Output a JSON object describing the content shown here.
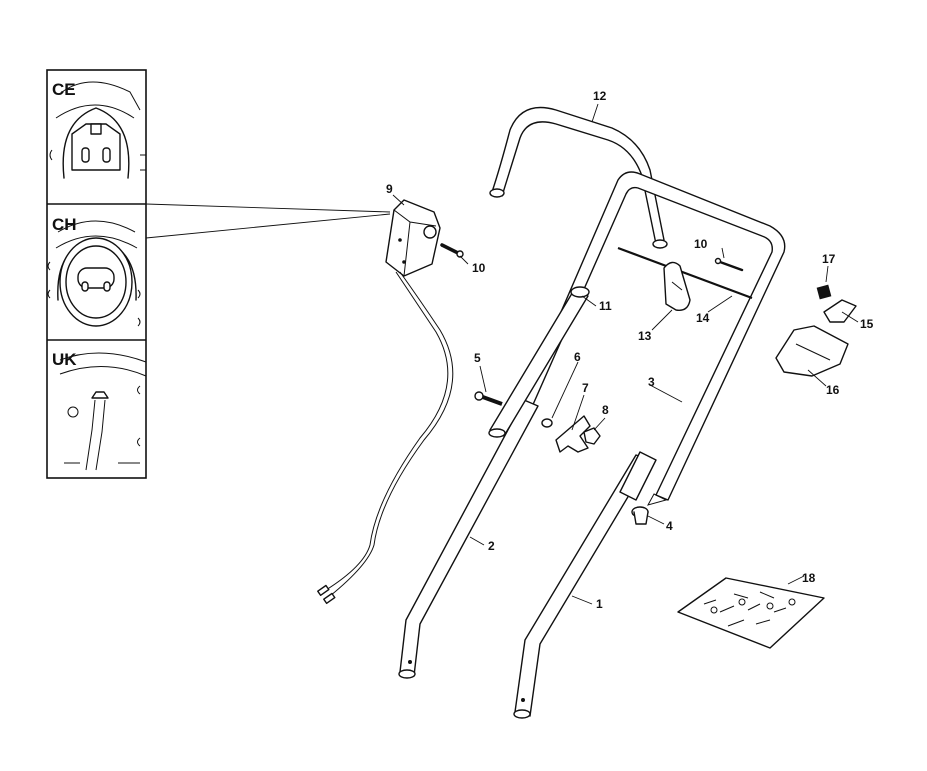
{
  "regions": [
    {
      "label": "CE"
    },
    {
      "label": "CH"
    },
    {
      "label": "UK"
    }
  ],
  "callouts": {
    "c1": "1",
    "c2": "2",
    "c3": "3",
    "c4": "4",
    "c5": "5",
    "c6": "6",
    "c7": "7",
    "c8": "8",
    "c9": "9",
    "c10a": "10",
    "c10b": "10",
    "c11": "11",
    "c12": "12",
    "c13": "13",
    "c14": "14",
    "c15": "15",
    "c16": "16",
    "c17": "17",
    "c18": "18"
  }
}
